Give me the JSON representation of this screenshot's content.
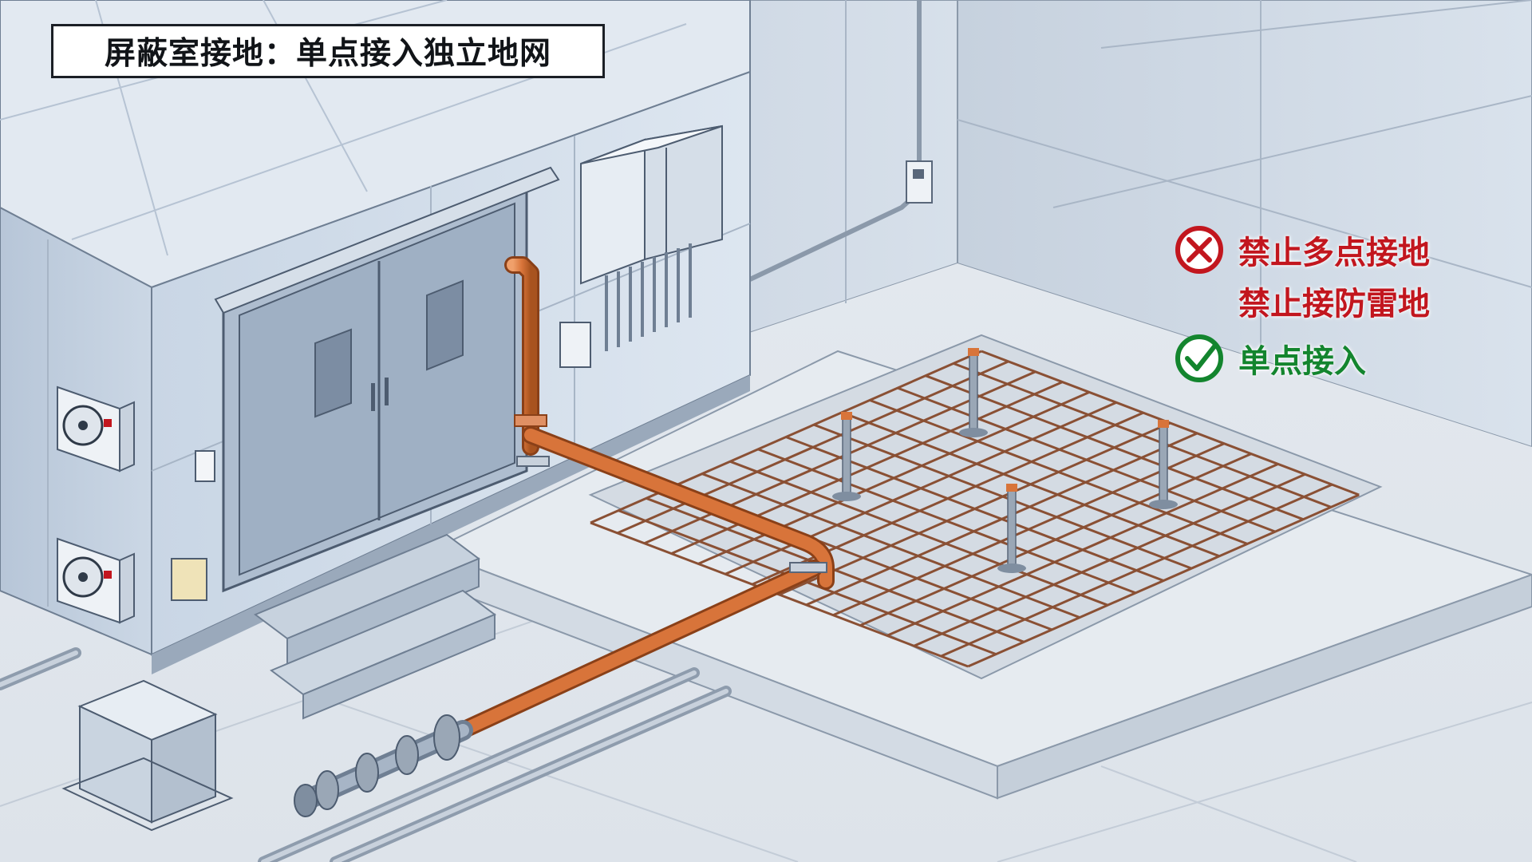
{
  "title": "屏蔽室接地：单点接入独立地网",
  "legend": {
    "items": [
      {
        "text": "禁止多点接地",
        "status": "prohibited",
        "icon": "prohibited-x-icon"
      },
      {
        "text": "禁止接防雷地",
        "status": "prohibited",
        "icon": ""
      },
      {
        "text": "单点接入",
        "status": "approved",
        "icon": "approved-check-icon"
      }
    ]
  },
  "colors": {
    "copper_pipe": "#d8743a",
    "rebar": "#8a5034",
    "shield_room_wall": "#d3dfec",
    "floor": "#e4e9ef",
    "prohibited_red": "#c2161e",
    "approved_green": "#13852e",
    "title_border": "#1b1f26"
  }
}
